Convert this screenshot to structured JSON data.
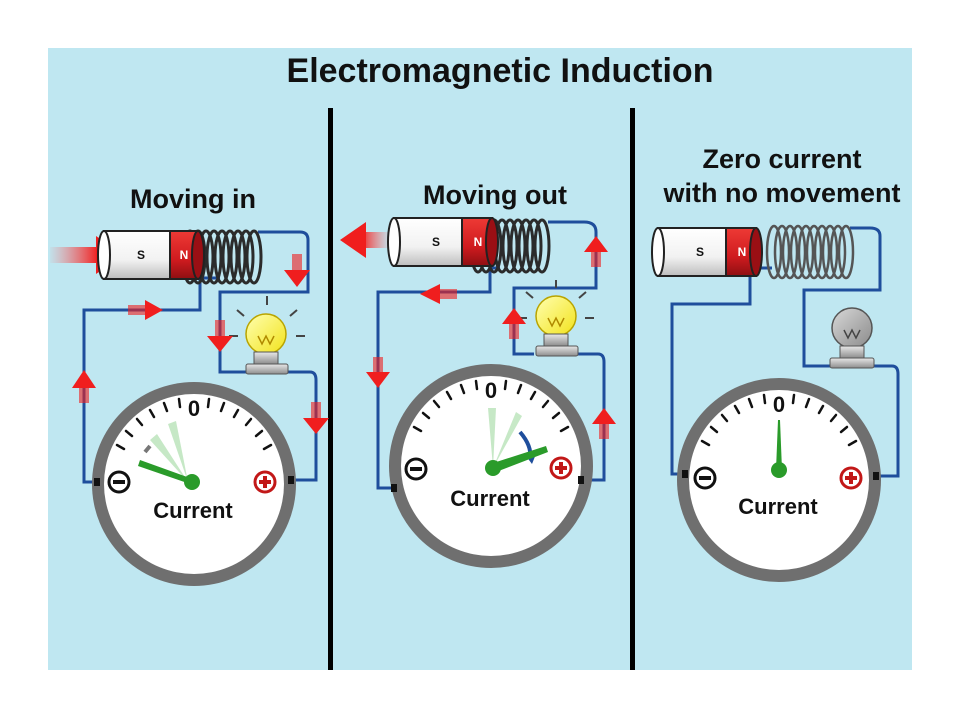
{
  "title": "Electromagnetic Induction",
  "colors": {
    "background": "#bfe7f1",
    "wire": "#1f4e9c",
    "arrow": "#e8251f",
    "magnet_north": "#d0191f",
    "needle": "#2a9b2a",
    "meter_face": "#ffffff",
    "meter_ring": "#707070"
  },
  "panels": [
    {
      "title_lines": [
        "Moving in"
      ],
      "magnet_s": "S",
      "magnet_n": "N",
      "meter_zero": "0",
      "meter_label": "Current",
      "bulb": "lit",
      "needle": "deflected toward minus",
      "motion": "magnet moving into coil"
    },
    {
      "title_lines": [
        "Moving out"
      ],
      "magnet_s": "S",
      "magnet_n": "N",
      "meter_zero": "0",
      "meter_label": "Current",
      "bulb": "lit",
      "needle": "deflected toward plus",
      "motion": "magnet moving out of coil"
    },
    {
      "title_lines": [
        "Zero current",
        "with no movement"
      ],
      "magnet_s": "S",
      "magnet_n": "N",
      "meter_zero": "0",
      "meter_label": "Current",
      "bulb": "off",
      "needle": "centered at zero",
      "motion": "magnet stationary"
    }
  ]
}
